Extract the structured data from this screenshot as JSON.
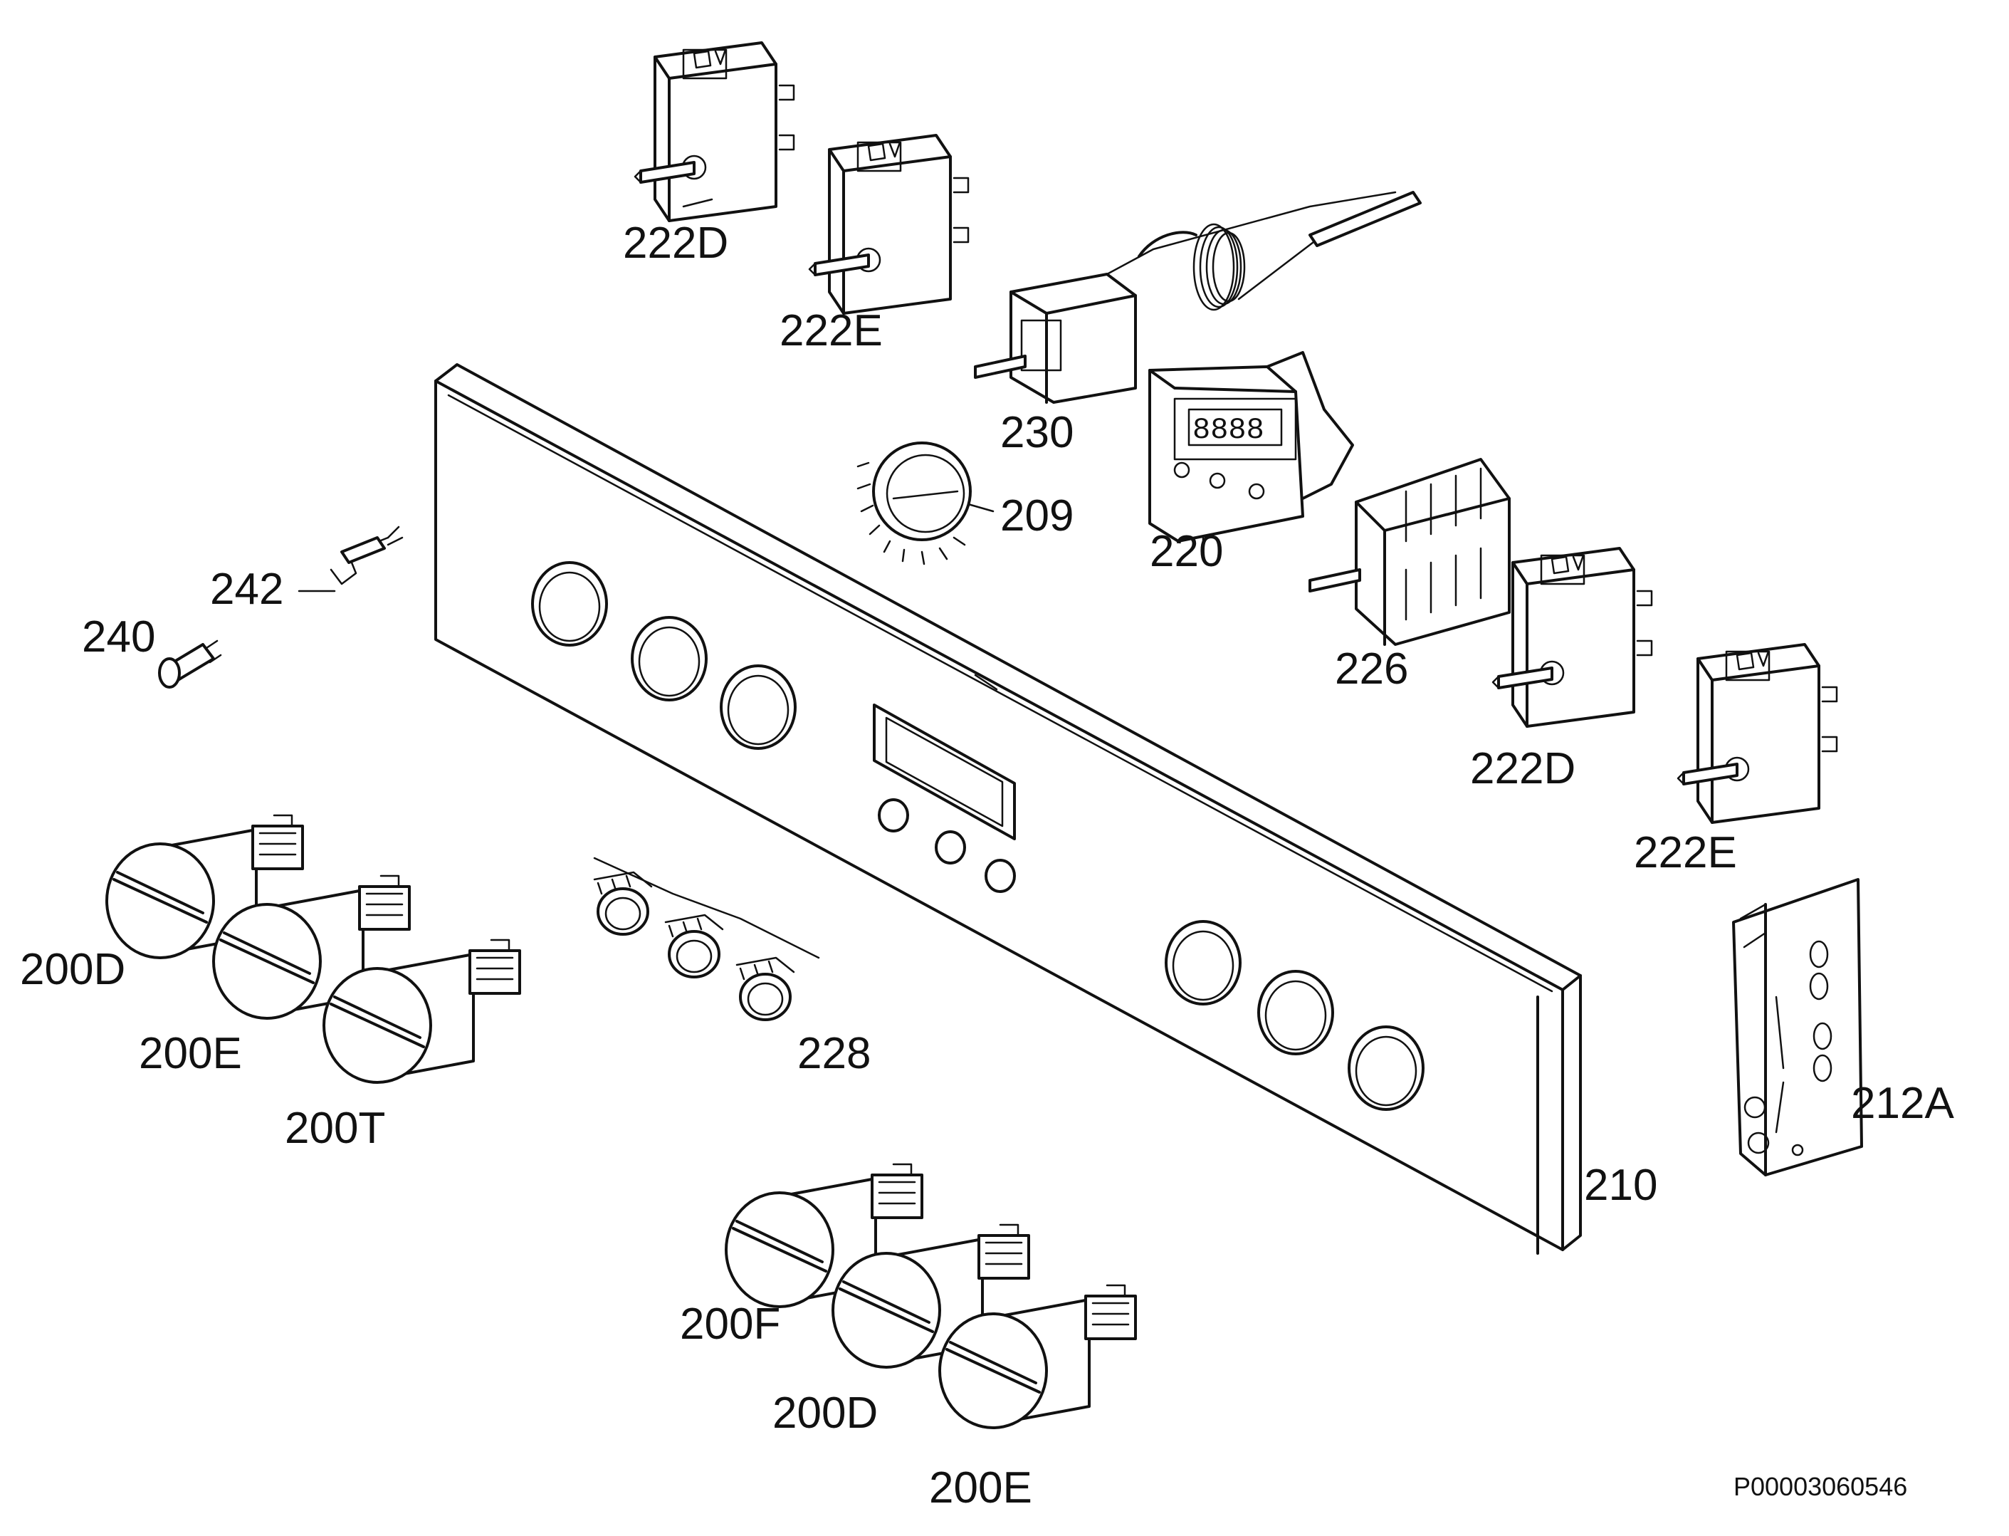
{
  "diagram": {
    "labels": {
      "l200D_left": "200D",
      "l200E_left": "200E",
      "l200T": "200T",
      "l200F": "200F",
      "l200D_bottom": "200D",
      "l200E_bottom": "200E",
      "l209": "209",
      "l210": "210",
      "l212A": "212A",
      "l220": "220",
      "l222D_top": "222D",
      "l222E_top": "222E",
      "l222D_right": "222D",
      "l222E_right": "222E",
      "l226": "226",
      "l228": "228",
      "l230": "230",
      "l240": "240",
      "l242": "242"
    },
    "drawing_code": "P00003060546"
  }
}
